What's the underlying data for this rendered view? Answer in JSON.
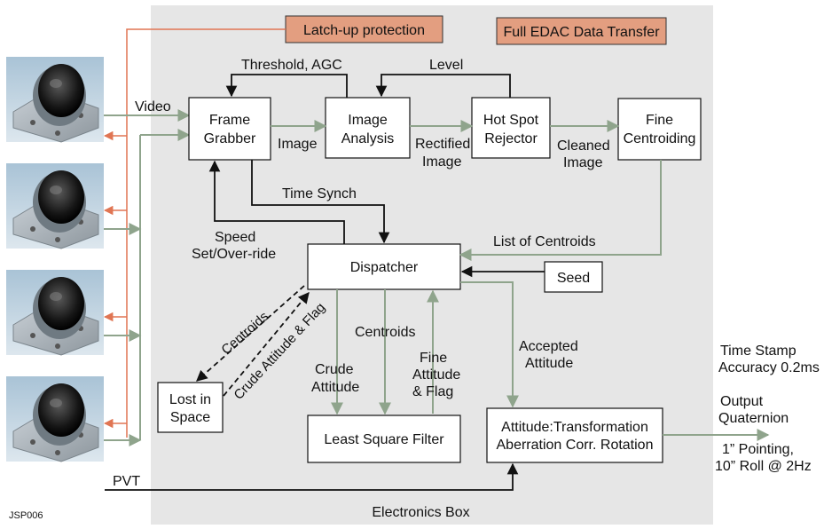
{
  "colors": {
    "electronics_box_fill": "#e6e6e6",
    "tag_fill": "#e39e80",
    "green_arrow": "#8fa48c",
    "orange_line": "#e07553",
    "black_arrow": "#111111"
  },
  "tags": {
    "latchup": "Latch-up protection",
    "edac": "Full EDAC Data Transfer"
  },
  "boxes": {
    "frame_grabber": [
      "Frame",
      "Grabber"
    ],
    "image_analysis": [
      "Image",
      "Analysis"
    ],
    "hot_spot_rejector": [
      "Hot Spot",
      "Rejector"
    ],
    "fine_centroiding": [
      "Fine",
      "Centroiding"
    ],
    "dispatcher": "Dispatcher",
    "seed": "Seed",
    "lost_in_space": [
      "Lost in",
      "Space"
    ],
    "least_square_filter": "Least Square Filter",
    "attitude": [
      "Attitude:Transformation",
      "Aberration Corr. Rotation"
    ]
  },
  "labels": {
    "video": "Video",
    "threshold_agc": "Threshold, AGC",
    "level": "Level",
    "image": "Image",
    "rectified_image": [
      "Rectified",
      "Image"
    ],
    "cleaned_image": [
      "Cleaned",
      "Image"
    ],
    "time_synch": "Time Synch",
    "speed": [
      "Speed",
      "Set/Over-ride"
    ],
    "list_of_centroids": "List of Centroids",
    "centroids_diag": "Centroids",
    "crude_attitude_flag_diag": "Crude Attitude & Flag",
    "centroids_mid": "Centroids",
    "crude_attitude": [
      "Crude",
      "Attitude"
    ],
    "fine_attitude": [
      "Fine",
      "Attitude",
      "& Flag"
    ],
    "accepted_attitude": [
      "Accepted",
      "Attitude"
    ],
    "time_stamp": [
      "Time Stamp",
      "Accuracy 0.2ms"
    ],
    "output": [
      "Output",
      "Quaternion"
    ],
    "pointing": [
      "1” Pointing,",
      "10” Roll @ 2Hz"
    ],
    "pvt": "PVT",
    "electronics_box": "Electronics Box",
    "figure_id": "JSP006"
  },
  "camera_icons": [
    "camera-head-1",
    "camera-head-2",
    "camera-head-3",
    "camera-head-4"
  ]
}
